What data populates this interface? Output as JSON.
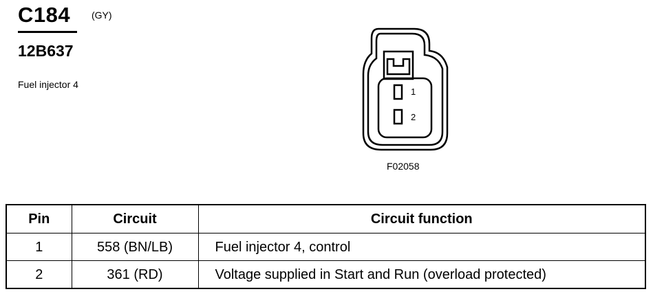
{
  "connector": {
    "id": "C184",
    "color_code": "(GY)",
    "part_number": "12B637",
    "description": "Fuel injector 4"
  },
  "figure": {
    "id": "F02058",
    "pin_labels": [
      "1",
      "2"
    ]
  },
  "table": {
    "headers": [
      "Pin",
      "Circuit",
      "Circuit function"
    ],
    "rows": [
      {
        "pin": "1",
        "circuit": "558 (BN/LB)",
        "function": "Fuel injector 4, control"
      },
      {
        "pin": "2",
        "circuit": "361 (RD)",
        "function": "Voltage supplied in Start and Run (overload protected)"
      }
    ]
  }
}
